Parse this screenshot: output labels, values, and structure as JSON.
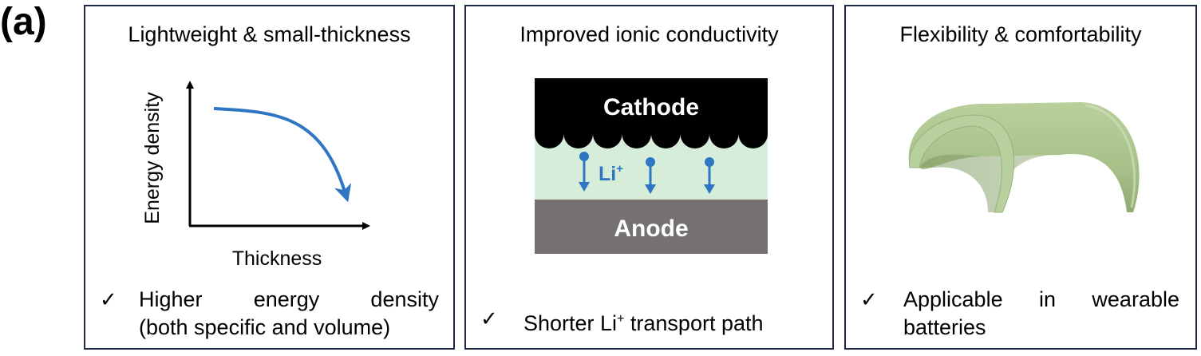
{
  "figure": {
    "panel_label": "(a)"
  },
  "panels": [
    {
      "title": "Lightweight & small-thickness",
      "plot": {
        "ylabel": "Energy density",
        "xlabel": "Thickness"
      },
      "check": "✓",
      "bullet_line1": [
        "Higher",
        "energy",
        "density"
      ],
      "bullet_line2": "(both specific and volume)"
    },
    {
      "title": "Improved ionic conductivity",
      "cathode_label": "Cathode",
      "anode_label": "Anode",
      "ion_label": "Li",
      "ion_sup": "+",
      "check": "✓",
      "bullet_pre": "Shorter Li",
      "bullet_sup": "+",
      "bullet_post": " transport path"
    },
    {
      "title": "Flexibility & comfortability",
      "check": "✓",
      "bullet_line1": [
        "Applicable",
        "in",
        "wearable"
      ],
      "bullet_line2": "batteries"
    }
  ],
  "colors": {
    "border": "#1f2a44",
    "curve": "#2e75c4",
    "cathode": "#000000",
    "electrolyte": "#d6eed9",
    "anode": "#767171",
    "ion": "#2e75c4",
    "tube": "#a9c48b"
  }
}
